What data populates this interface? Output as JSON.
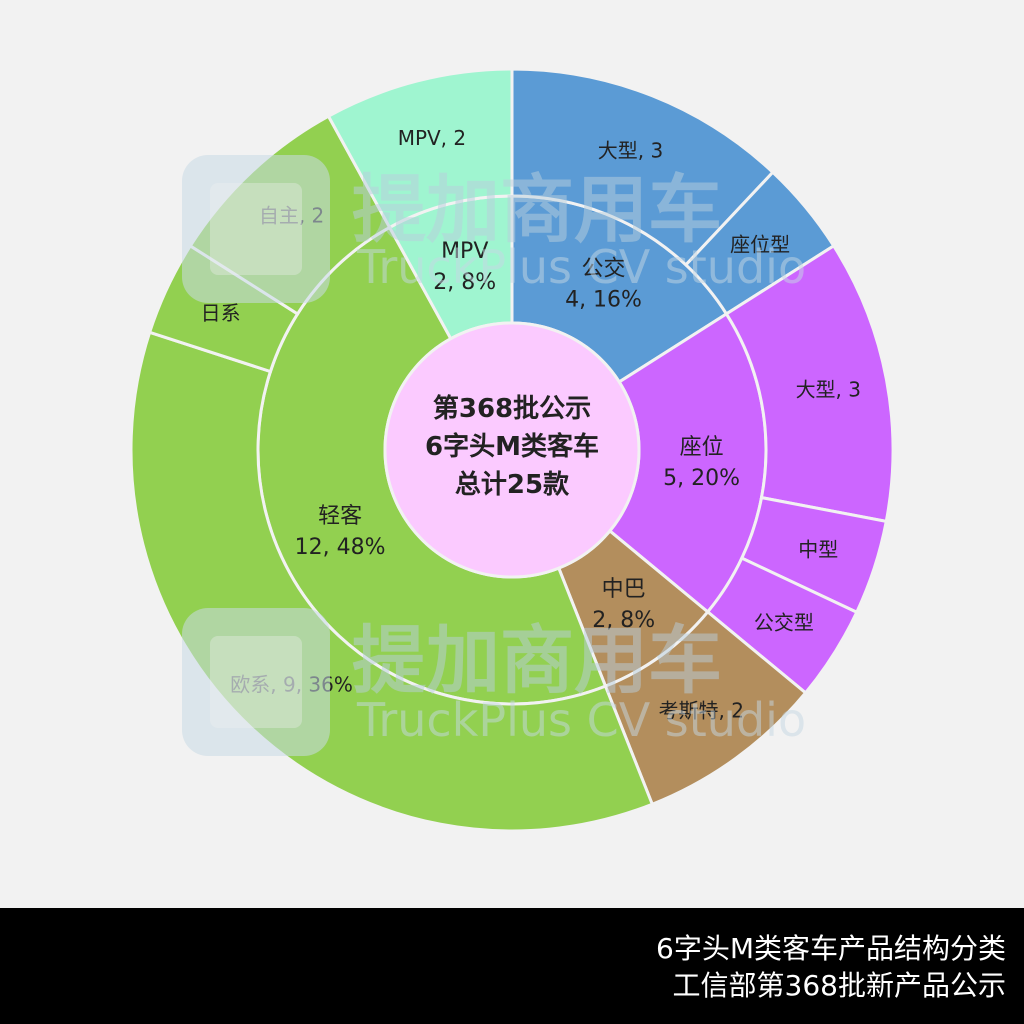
{
  "watermark": {
    "cn": "提加商用车",
    "en": "TruckPlus CV studio"
  },
  "footer": {
    "line1": "6字头M类客车产品结构分类",
    "line2": "工信部第368批新产品公示"
  },
  "chart_data": {
    "type": "sunburst",
    "center_label": [
      "第368批公示",
      "6字头M类客车",
      "总计25款"
    ],
    "total": 25,
    "colors": {
      "center": "#fbcaff",
      "公交": "#5b9bd5",
      "座位": "#cc66ff",
      "中巴": "#b38e5d",
      "轻客": "#92d050",
      "MPV": "#9ff5d0"
    },
    "categories": [
      {
        "name": "公交",
        "value": 4,
        "label_lines": [
          "公交",
          "4, 16%"
        ],
        "children": [
          {
            "name": "大型",
            "value": 3,
            "label": "大型, 3"
          },
          {
            "name": "座位型",
            "value": 1,
            "label": "座位型"
          }
        ]
      },
      {
        "name": "座位",
        "value": 5,
        "label_lines": [
          "座位",
          "5, 20%"
        ],
        "children": [
          {
            "name": "大型",
            "value": 3,
            "label": "大型, 3"
          },
          {
            "name": "中型",
            "value": 1,
            "label": "中型"
          },
          {
            "name": "公交型",
            "value": 1,
            "label": "公交型"
          }
        ]
      },
      {
        "name": "中巴",
        "value": 2,
        "label_lines": [
          "中巴",
          "2, 8%"
        ],
        "children": [
          {
            "name": "考斯特",
            "value": 2,
            "label": "考斯特, 2"
          }
        ]
      },
      {
        "name": "轻客",
        "value": 12,
        "label_lines": [
          "轻客",
          "12, 48%"
        ],
        "children": [
          {
            "name": "欧系",
            "value": 9,
            "label": "欧系, 9, 36%"
          },
          {
            "name": "日系",
            "value": 1,
            "label": "日系"
          },
          {
            "name": "自主",
            "value": 2,
            "label": "自主, 2"
          }
        ]
      },
      {
        "name": "MPV",
        "value": 2,
        "label_lines": [
          "MPV",
          "2, 8%"
        ],
        "children": [
          {
            "name": "MPV",
            "value": 2,
            "label": "MPV, 2"
          }
        ]
      }
    ]
  }
}
